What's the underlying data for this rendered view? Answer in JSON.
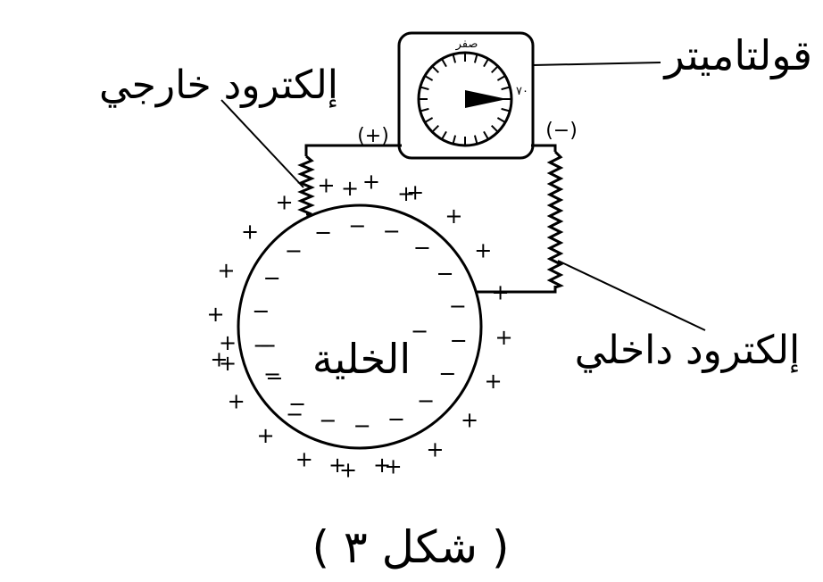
{
  "labels": {
    "voltmeter": "قولتاميتر",
    "outer_electrode": "إلكترود خارجي",
    "inner_electrode": "إلكترود داخلي",
    "cell": "الخلية",
    "figure_caption": "( شكل ٣ )",
    "dial_zero": "صفر",
    "dial_reading": "٧٠",
    "positive_terminal": "(+)",
    "negative_terminal": "(−)"
  },
  "charges": {
    "outside": "+",
    "inside": "−"
  },
  "colors": {
    "ink": "#000000",
    "paper": "#ffffff"
  }
}
